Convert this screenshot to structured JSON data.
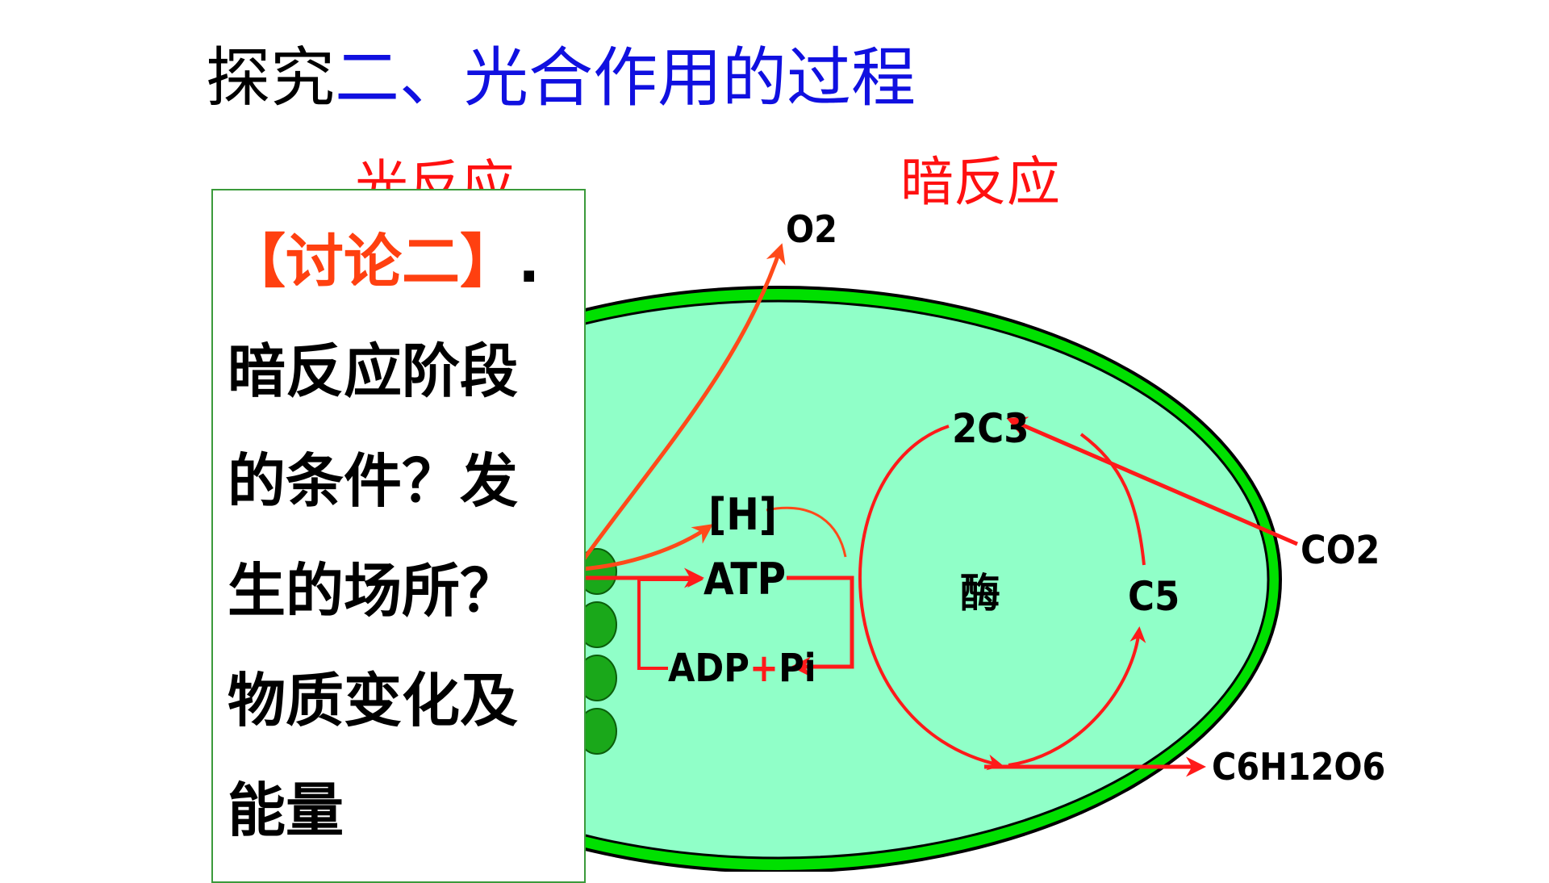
{
  "title": {
    "prefix": "探究",
    "main": "二、光合作用的过程"
  },
  "stages": {
    "light": "光反应",
    "dark": "暗反应"
  },
  "diagram": {
    "o2": "O2",
    "h": "[H]",
    "atp": "ATP",
    "adp": "ADP",
    "plus": "+",
    "pi": "Pi",
    "c3": "2C3",
    "enzyme": "酶",
    "c5": "C5",
    "co2": "CO2",
    "glucose": "C6H12O6"
  },
  "discussion": {
    "highlight": "【讨论二】",
    "question": ". 暗反应阶段的条件？发生的场所？物质变化及能量"
  },
  "colors": {
    "title_prefix": "#000000",
    "title_main": "#1010e0",
    "stage_label": "#ff1010",
    "arrow_red": "#ff1a1a",
    "arrow_orange": "#ff4a1a",
    "stroma": "#90ffc8",
    "membrane": "#00e000",
    "grana": "#1aa81a",
    "highlight": "#ff4010"
  }
}
